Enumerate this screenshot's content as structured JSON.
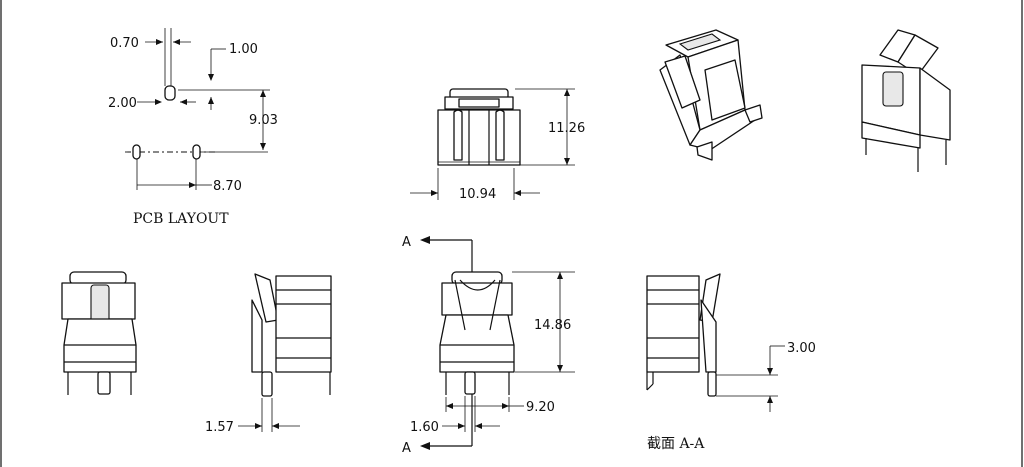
{
  "pcb_layout": {
    "caption": "PCB LAYOUT",
    "dims": {
      "pad_width": "0.70",
      "pad_offset": "1.00",
      "pad_length": "2.00",
      "row_pitch": "9.03",
      "col_pitch": "8.70"
    }
  },
  "front_view": {
    "height": "11.26",
    "width": "10.94"
  },
  "section_view": {
    "height": "14.86",
    "pin_spacing": "9.20",
    "pin_width": "1.60",
    "cut_label_top": "A",
    "cut_label_bottom": "A"
  },
  "side_view": {
    "pin_width": "1.57"
  },
  "section_detail": {
    "caption": "截面 A-A",
    "standoff": "3.00"
  }
}
